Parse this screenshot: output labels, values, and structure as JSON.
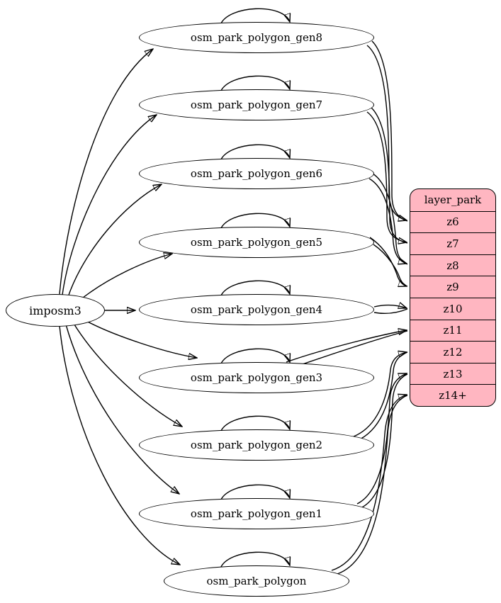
{
  "diagram": {
    "kind": "etl-graph",
    "source": {
      "id": "imposm3",
      "label": "imposm3"
    },
    "tables": [
      {
        "id": "osm_park_polygon_gen8",
        "label": "osm_park_polygon_gen8"
      },
      {
        "id": "osm_park_polygon_gen7",
        "label": "osm_park_polygon_gen7"
      },
      {
        "id": "osm_park_polygon_gen6",
        "label": "osm_park_polygon_gen6"
      },
      {
        "id": "osm_park_polygon_gen5",
        "label": "osm_park_polygon_gen5"
      },
      {
        "id": "osm_park_polygon_gen4",
        "label": "osm_park_polygon_gen4"
      },
      {
        "id": "osm_park_polygon_gen3",
        "label": "osm_park_polygon_gen3"
      },
      {
        "id": "osm_park_polygon_gen2",
        "label": "osm_park_polygon_gen2"
      },
      {
        "id": "osm_park_polygon_gen1",
        "label": "osm_park_polygon_gen1"
      },
      {
        "id": "osm_park_polygon",
        "label": "osm_park_polygon"
      }
    ],
    "layer": {
      "title": "layer_park",
      "zoom_rows": [
        "z6",
        "z7",
        "z8",
        "z9",
        "z10",
        "z11",
        "z12",
        "z13",
        "z14+"
      ]
    },
    "edges": {
      "source_to_tables": [
        "osm_park_polygon_gen8",
        "osm_park_polygon_gen7",
        "osm_park_polygon_gen6",
        "osm_park_polygon_gen5",
        "osm_park_polygon_gen4",
        "osm_park_polygon_gen3",
        "osm_park_polygon_gen2",
        "osm_park_polygon_gen1",
        "osm_park_polygon"
      ],
      "self_loops": [
        "osm_park_polygon_gen8",
        "osm_park_polygon_gen7",
        "osm_park_polygon_gen6",
        "osm_park_polygon_gen5",
        "osm_park_polygon_gen4",
        "osm_park_polygon_gen3",
        "osm_park_polygon_gen2",
        "osm_park_polygon_gen1",
        "osm_park_polygon"
      ],
      "tables_to_layer": [
        {
          "from": "osm_park_polygon_gen8",
          "zoom": "z6"
        },
        {
          "from": "osm_park_polygon_gen7",
          "zoom": "z7"
        },
        {
          "from": "osm_park_polygon_gen6",
          "zoom": "z8"
        },
        {
          "from": "osm_park_polygon_gen5",
          "zoom": "z9"
        },
        {
          "from": "osm_park_polygon_gen4",
          "zoom": "z10"
        },
        {
          "from": "osm_park_polygon_gen3",
          "zoom": "z11"
        },
        {
          "from": "osm_park_polygon_gen2",
          "zoom": "z12"
        },
        {
          "from": "osm_park_polygon_gen1",
          "zoom": "z13"
        },
        {
          "from": "osm_park_polygon",
          "zoom": "z14+"
        }
      ]
    },
    "colors": {
      "layer_fill": "#ffb6c1",
      "node_fill": "#ffffff",
      "edge": "#000000",
      "background": "#ffffff"
    }
  }
}
